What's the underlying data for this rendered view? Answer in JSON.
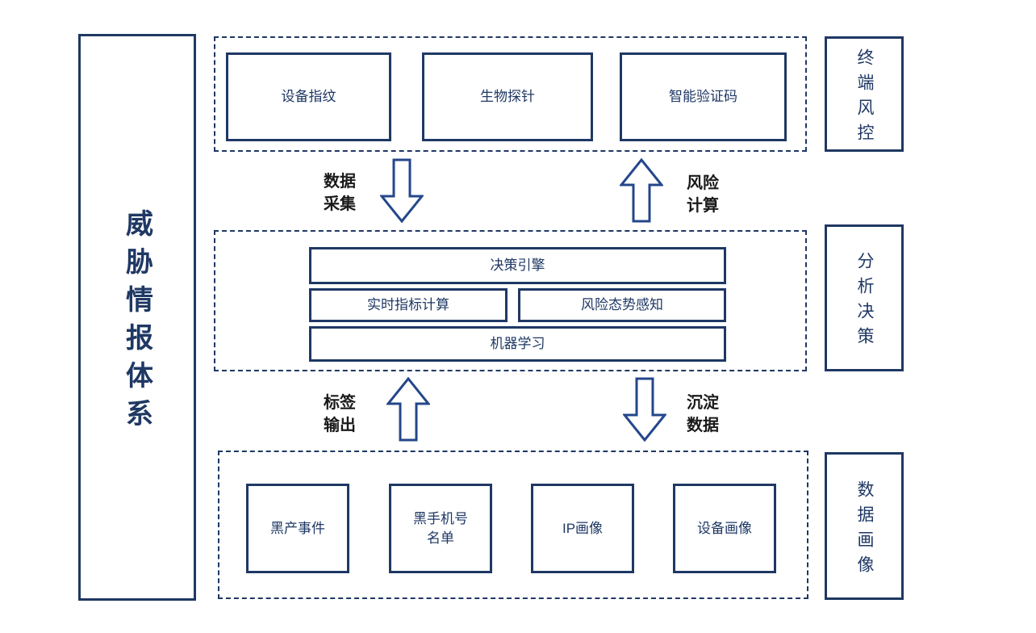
{
  "colors": {
    "navy": "#1f3864",
    "arrow_outline": "#24478a",
    "flow_label_text": "#1a1a1a",
    "background": "#ffffff"
  },
  "title": "威胁情报体系",
  "sections": {
    "terminal": {
      "side_label": "终端风控",
      "boxes": [
        "设备指纹",
        "生物探针",
        "智能验证码"
      ]
    },
    "analysis": {
      "side_label": "分析决策",
      "boxes": [
        "决策引擎",
        "实时指标计算",
        "风险态势感知",
        "机器学习"
      ]
    },
    "data": {
      "side_label": "数据画像",
      "boxes": [
        "黑产事件",
        "黑手机号\n名单",
        "IP画像",
        "设备画像"
      ]
    }
  },
  "flows": {
    "data_collect": "数据\n采集",
    "risk_calc": "风险\n计算",
    "tag_output": "标签\n输出",
    "data_deposit": "沉淀\n数据"
  }
}
